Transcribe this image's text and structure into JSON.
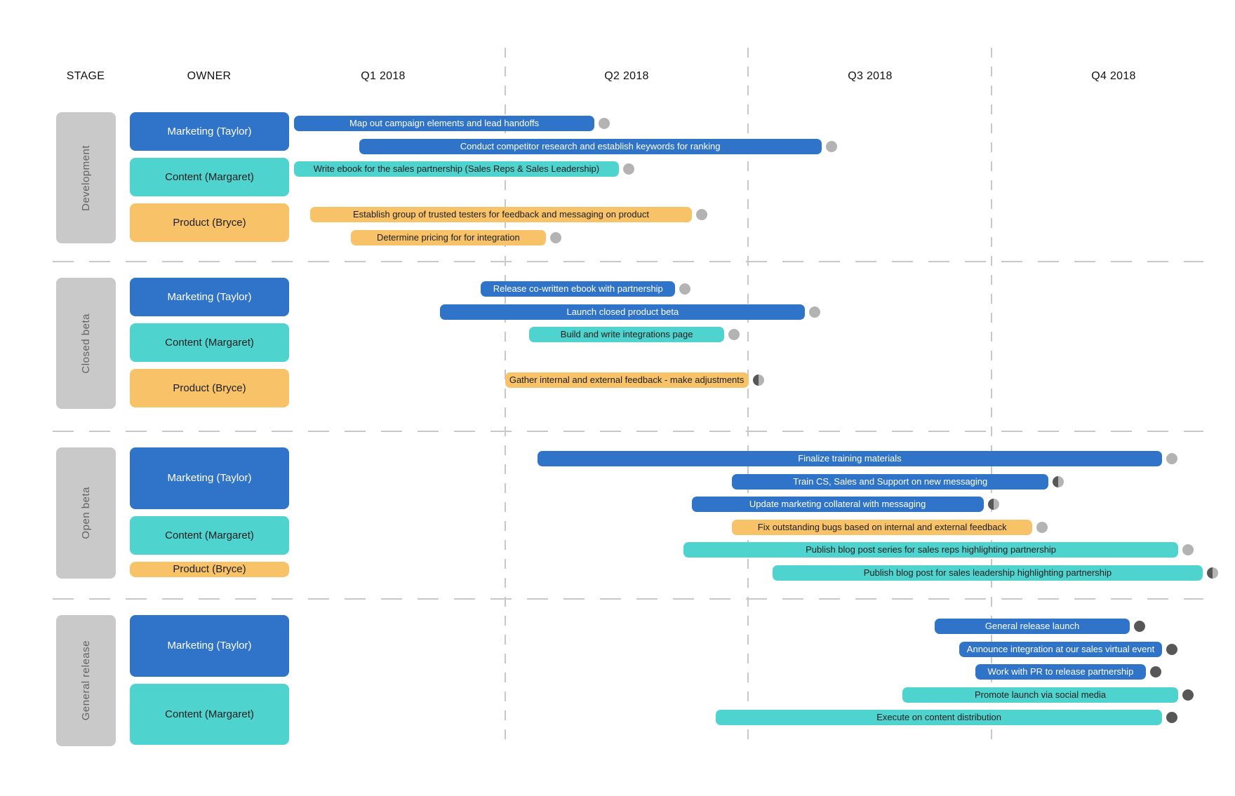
{
  "header": {
    "stage_label": "STAGE",
    "owner_label": "OWNER"
  },
  "colors": {
    "blue": "#2f74c8",
    "teal": "#4fd3cf",
    "orange": "#f8c368",
    "stage_bg": "#c9c9c9",
    "stage_text": "#636363",
    "marker_light": "#b3b3b3",
    "marker_dark": "#575757",
    "grid": "#c8c8c8"
  },
  "chart_data": {
    "type": "bar",
    "variant": "gantt-timeline",
    "title": "",
    "x_axis": {
      "unit": "quarter",
      "labels": [
        "Q1 2018",
        "Q2 2018",
        "Q3 2018",
        "Q4 2018"
      ],
      "range_months": [
        0,
        12
      ],
      "gridlines_at_months": [
        3,
        6,
        9
      ]
    },
    "marker_styles": [
      "light",
      "half",
      "dark"
    ],
    "stages": [
      {
        "name": "Development",
        "owners": [
          {
            "label": "Marketing (Taylor)",
            "color": "blue",
            "rows": 2
          },
          {
            "label": "Content (Margaret)",
            "color": "teal",
            "rows": 2
          },
          {
            "label": "Product (Bryce)",
            "color": "orange",
            "rows": 2
          }
        ],
        "tasks": [
          {
            "label": "Map out campaign elements and lead handoffs",
            "color": "blue",
            "row": 0,
            "start_month": 0.4,
            "end_month": 4.1,
            "marker": "light"
          },
          {
            "label": "Conduct competitor research and establish keywords for ranking",
            "color": "blue",
            "row": 1,
            "start_month": 1.2,
            "end_month": 6.9,
            "marker": "light"
          },
          {
            "label": "Write ebook for the sales partnership (Sales Reps & Sales Leadership)",
            "color": "teal",
            "row": 2,
            "start_month": 0.4,
            "end_month": 4.4,
            "marker": "light"
          },
          {
            "label": "Establish group of trusted testers for feedback and messaging on product",
            "color": "orange",
            "row": 4,
            "start_month": 0.6,
            "end_month": 5.3,
            "marker": "light"
          },
          {
            "label": "Determine pricing for for integration",
            "color": "orange",
            "row": 5,
            "start_month": 1.1,
            "end_month": 3.5,
            "marker": "light"
          }
        ]
      },
      {
        "name": "Closed beta",
        "owners": [
          {
            "label": "Marketing (Taylor)",
            "color": "blue",
            "rows": 2
          },
          {
            "label": "Content (Margaret)",
            "color": "teal",
            "rows": 2
          },
          {
            "label": "Product (Bryce)",
            "color": "orange",
            "rows": 2
          }
        ],
        "tasks": [
          {
            "label": "Release co-written ebook with partnership",
            "color": "blue",
            "row": 0,
            "start_month": 2.7,
            "end_month": 5.1,
            "marker": "light"
          },
          {
            "label": "Launch closed product beta",
            "color": "blue",
            "row": 1,
            "start_month": 2.2,
            "end_month": 6.7,
            "marker": "light"
          },
          {
            "label": "Build and write integrations page",
            "color": "teal",
            "row": 2,
            "start_month": 3.3,
            "end_month": 5.7,
            "marker": "light"
          },
          {
            "label": "Gather internal and external feedback - make adjustments",
            "color": "orange",
            "row": 4,
            "start_month": 3.0,
            "end_month": 6.0,
            "marker": "half"
          }
        ]
      },
      {
        "name": "Open beta",
        "owners": [
          {
            "label": "Marketing (Taylor)",
            "color": "blue",
            "rows": 3
          },
          {
            "label": "Content (Margaret)",
            "color": "teal",
            "rows": 2
          },
          {
            "label": "Product (Bryce)",
            "color": "orange",
            "rows": 1
          }
        ],
        "tasks": [
          {
            "label": "Finalize training materials",
            "color": "blue",
            "row": 0,
            "start_month": 3.4,
            "end_month": 11.1,
            "marker": "light"
          },
          {
            "label": "Train CS, Sales and Support on new messaging",
            "color": "blue",
            "row": 1,
            "start_month": 5.8,
            "end_month": 9.7,
            "marker": "half"
          },
          {
            "label": "Update marketing collateral with messaging",
            "color": "blue",
            "row": 2,
            "start_month": 5.3,
            "end_month": 8.9,
            "marker": "half"
          },
          {
            "label": "Fix outstanding bugs based on internal and external feedback",
            "color": "orange",
            "row": 3,
            "start_month": 5.8,
            "end_month": 9.5,
            "marker": "light"
          },
          {
            "label": "Publish blog post series for sales reps highlighting partnership",
            "color": "teal",
            "row": 4,
            "start_month": 5.2,
            "end_month": 11.3,
            "marker": "light"
          },
          {
            "label": "Publish blog post for sales leadership highlighting partnership",
            "color": "teal",
            "row": 5,
            "start_month": 6.3,
            "end_month": 11.6,
            "marker": "half"
          }
        ]
      },
      {
        "name": "General release",
        "owners": [
          {
            "label": "Marketing (Taylor)",
            "color": "blue",
            "rows": 3
          },
          {
            "label": "Content (Margaret)",
            "color": "teal",
            "rows": 3
          }
        ],
        "tasks": [
          {
            "label": "General release launch",
            "color": "blue",
            "row": 0,
            "start_month": 8.3,
            "end_month": 10.7,
            "marker": "dark"
          },
          {
            "label": "Announce integration at our sales virtual event",
            "color": "blue",
            "row": 1,
            "start_month": 8.6,
            "end_month": 11.1,
            "marker": "dark"
          },
          {
            "label": "Work with PR to release partnership",
            "color": "blue",
            "row": 2,
            "start_month": 8.8,
            "end_month": 10.9,
            "marker": "dark"
          },
          {
            "label": "Promote launch via social media",
            "color": "teal",
            "row": 3,
            "start_month": 7.9,
            "end_month": 11.3,
            "marker": "dark"
          },
          {
            "label": "Execute on content distribution",
            "color": "teal",
            "row": 4,
            "start_month": 5.6,
            "end_month": 11.1,
            "marker": "dark"
          }
        ]
      }
    ]
  }
}
